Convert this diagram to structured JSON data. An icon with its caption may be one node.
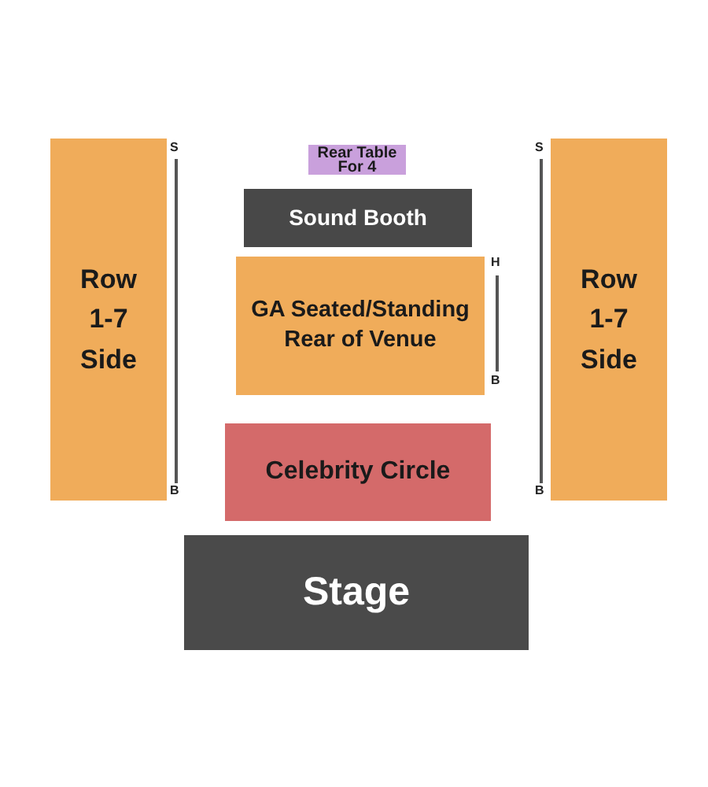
{
  "diagram": {
    "nodes": [
      {
        "text": [
          "Row 1-7 Side"
        ]
      },
      {
        "text": [
          "Rear Table For 4"
        ]
      },
      {
        "text": [
          "Sound Booth"
        ]
      },
      {
        "text": [
          "GA Seated/Standing Rear of Venue"
        ]
      },
      {
        "text": [
          "Row 1-7 Side"
        ]
      },
      {
        "text": [
          "Celebrity Circle"
        ]
      },
      {
        "text": [
          "Stage"
        ]
      }
    ],
    "labels": [
      "S",
      "S",
      "H",
      "B",
      "B",
      "B"
    ]
  }
}
